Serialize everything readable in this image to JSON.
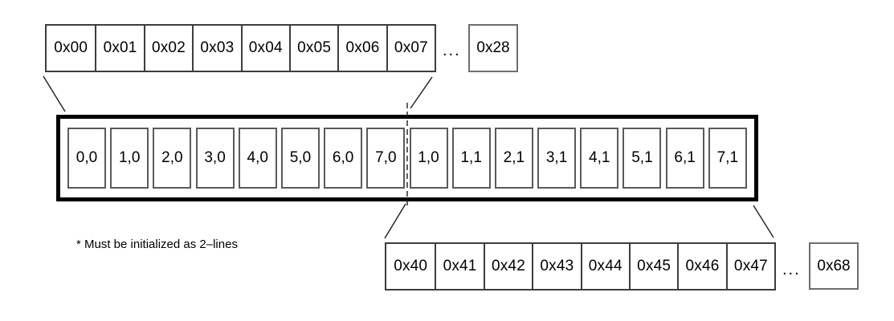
{
  "figure": {
    "top_row": {
      "cells": [
        "0x00",
        "0x01",
        "0x02",
        "0x03",
        "0x04",
        "0x05",
        "0x06",
        "0x07"
      ],
      "ellipsis": "...",
      "tail_cell": "0x28"
    },
    "buffer": {
      "cells": [
        "0,0",
        "1,0",
        "2,0",
        "3,0",
        "4,0",
        "5,0",
        "6,0",
        "7,0",
        "1,0",
        "1,1",
        "2,1",
        "3,1",
        "4,1",
        "5,1",
        "6,1",
        "7,1"
      ]
    },
    "bottom_row": {
      "cells": [
        "0x40",
        "0x41",
        "0x42",
        "0x43",
        "0x44",
        "0x45",
        "0x46",
        "0x47"
      ],
      "ellipsis": "...",
      "tail_cell": "0x68"
    },
    "footnote": "* Must be initialized as 2–lines",
    "colors": {
      "background": "#ffffff",
      "frame": "#000000",
      "cell_border": "#5a5a5a",
      "strip_border": "#3d3d3d",
      "lone_box_border": "#6e6e6e",
      "text": "#000000",
      "connector": "#1c1c1c"
    }
  }
}
